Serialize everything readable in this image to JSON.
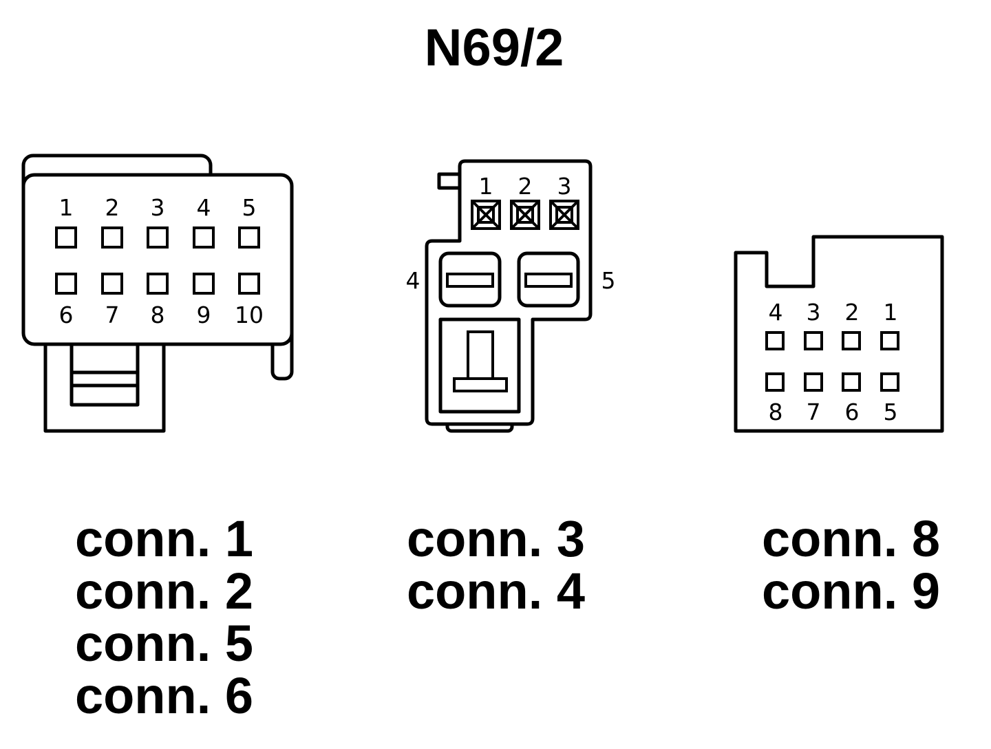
{
  "title": "N69/2",
  "connector_left": {
    "pins_top": [
      "1",
      "2",
      "3",
      "4",
      "5"
    ],
    "pins_bottom": [
      "6",
      "7",
      "8",
      "9",
      "10"
    ],
    "labels": [
      "conn. 1",
      "conn. 2",
      "conn. 5",
      "conn. 6"
    ]
  },
  "connector_middle": {
    "pins_top": [
      "1",
      "2",
      "3"
    ],
    "pin_left": "4",
    "pin_right": "5",
    "labels": [
      "conn. 3",
      "conn. 4"
    ]
  },
  "connector_right": {
    "pins_top": [
      "4",
      "3",
      "2",
      "1"
    ],
    "pins_bottom": [
      "8",
      "7",
      "6",
      "5"
    ],
    "labels": [
      "conn. 8",
      "conn. 9"
    ]
  }
}
